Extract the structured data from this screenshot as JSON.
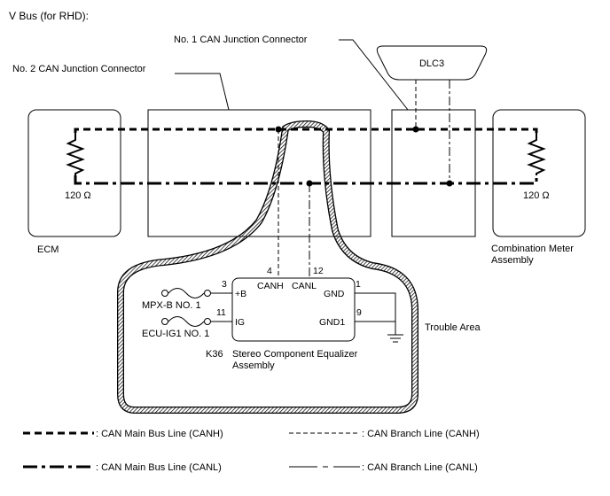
{
  "title": "V Bus (for RHD):",
  "labels": {
    "no1_junction": "No. 1 CAN Junction Connector",
    "no2_junction": "No. 2 CAN Junction Connector",
    "dlc3": "DLC3",
    "ecm": "ECM",
    "combo_meter_line1": "Combination Meter",
    "combo_meter_line2": "Assembly",
    "resistor_left": "120 Ω",
    "resistor_right": "120 Ω",
    "trouble_area": "Trouble Area"
  },
  "component": {
    "ref": "K36",
    "name_line1": "Stereo Component Equalizer",
    "name_line2": "Assembly",
    "pins": {
      "canh_num": "4",
      "canl_num": "12",
      "b_num": "3",
      "ig_num": "11",
      "gnd_num": "1",
      "gnd1_num": "9",
      "canh": "CANH",
      "canl": "CANL",
      "b": "+B",
      "ig": "IG",
      "gnd": "GND",
      "gnd1": "GND1"
    },
    "fuses": {
      "mpx": "MPX-B NO. 1",
      "ecu": "ECU-IG1 NO. 1"
    }
  },
  "legend": {
    "main_canh": ": CAN Main Bus Line (CANH)",
    "branch_canh": ": CAN Branch Line (CANH)",
    "main_canl": ": CAN Main Bus Line (CANL)",
    "branch_canl": ": CAN Branch Line (CANL)"
  }
}
